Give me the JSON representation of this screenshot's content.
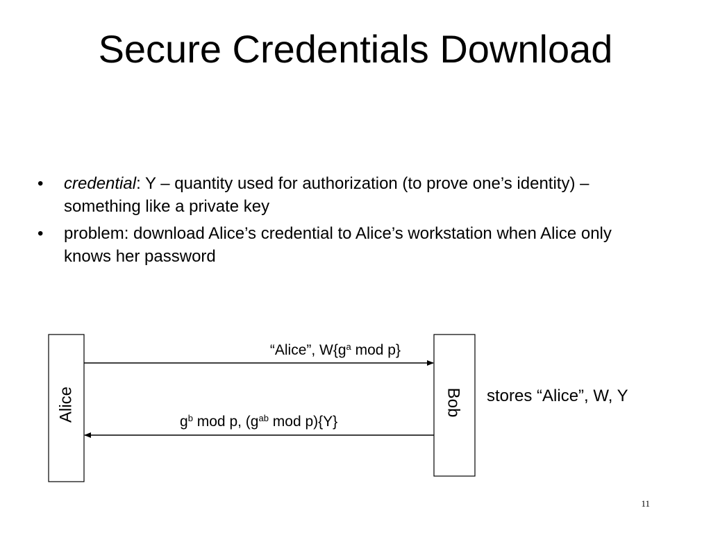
{
  "slide": {
    "title": "Secure Credentials Download",
    "bullets": [
      {
        "marker": "•",
        "term": "credential",
        "text": ": Y – quantity used for authorization (to prove one’s identity) – something like a private key"
      },
      {
        "marker": "•",
        "text": "problem: download Alice’s credential to Alice’s workstation when Alice only knows her password"
      }
    ],
    "page_number": "11"
  },
  "diagram": {
    "left_party": "Alice",
    "right_party": "Bob",
    "note": "stores “Alice”, W, Y",
    "message_1": {
      "prefix": "“Alice”, W{g",
      "sup": "a",
      "suffix": " mod p}"
    },
    "message_2": {
      "prefix": "g",
      "sup_1": "b",
      "middle": " mod p, (g",
      "sup_2": "ab",
      "suffix": " mod p){Y}"
    }
  }
}
